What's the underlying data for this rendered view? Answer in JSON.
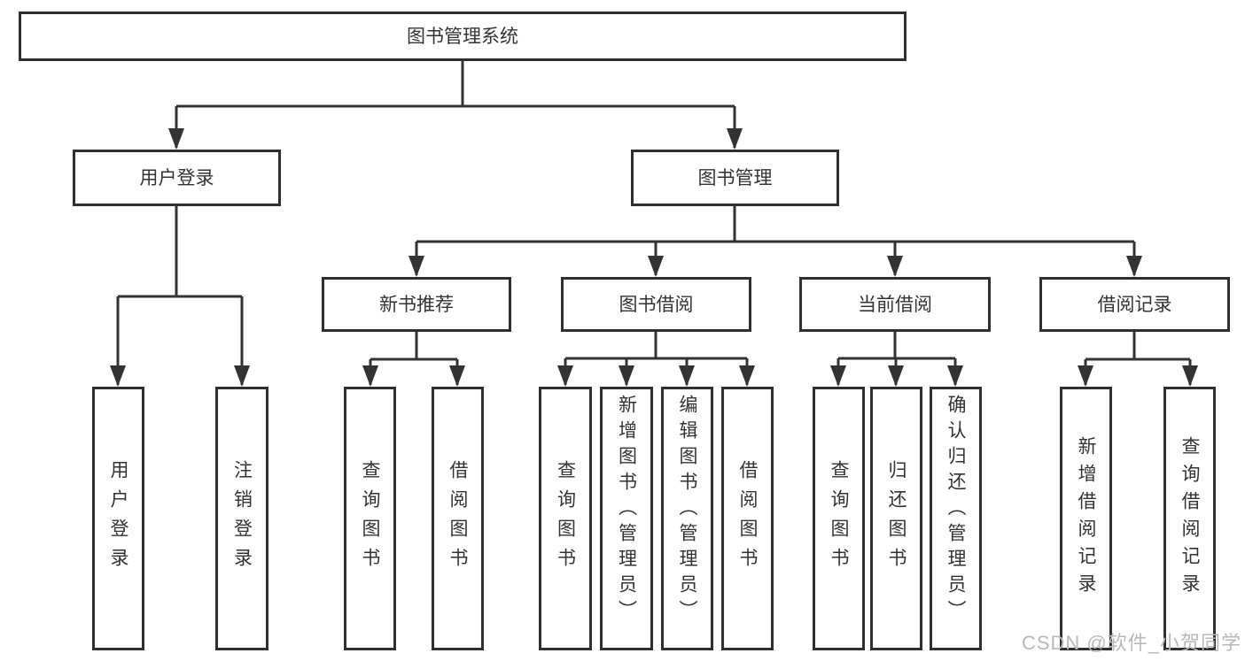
{
  "diagram": {
    "root": {
      "label": "图书管理系统",
      "children": [
        {
          "label": "用户登录",
          "children": [
            {
              "label": "用户登录"
            },
            {
              "label": "注销登录"
            }
          ]
        },
        {
          "label": "图书管理",
          "children": [
            {
              "label": "新书推荐",
              "children": [
                {
                  "label": "查询图书"
                },
                {
                  "label": "借阅图书"
                }
              ]
            },
            {
              "label": "图书借阅",
              "children": [
                {
                  "label": "查询图书"
                },
                {
                  "label": "新增图书（管理员）"
                },
                {
                  "label": "编辑图书（管理员）"
                },
                {
                  "label": "借阅图书"
                }
              ]
            },
            {
              "label": "当前借阅",
              "children": [
                {
                  "label": "查询图书"
                },
                {
                  "label": "归还图书"
                },
                {
                  "label": "确认归还（管理员）"
                }
              ]
            },
            {
              "label": "借阅记录",
              "children": [
                {
                  "label": "新增借阅记录"
                },
                {
                  "label": "查询借阅记录"
                }
              ]
            }
          ]
        }
      ]
    }
  },
  "watermark": {
    "text": "CSDN @软件_小贺同学"
  },
  "colors": {
    "background": "#ffffff",
    "border": "#2f2f2f",
    "line": "#333333",
    "text": "#333333",
    "watermark": "#b9b9b9"
  }
}
